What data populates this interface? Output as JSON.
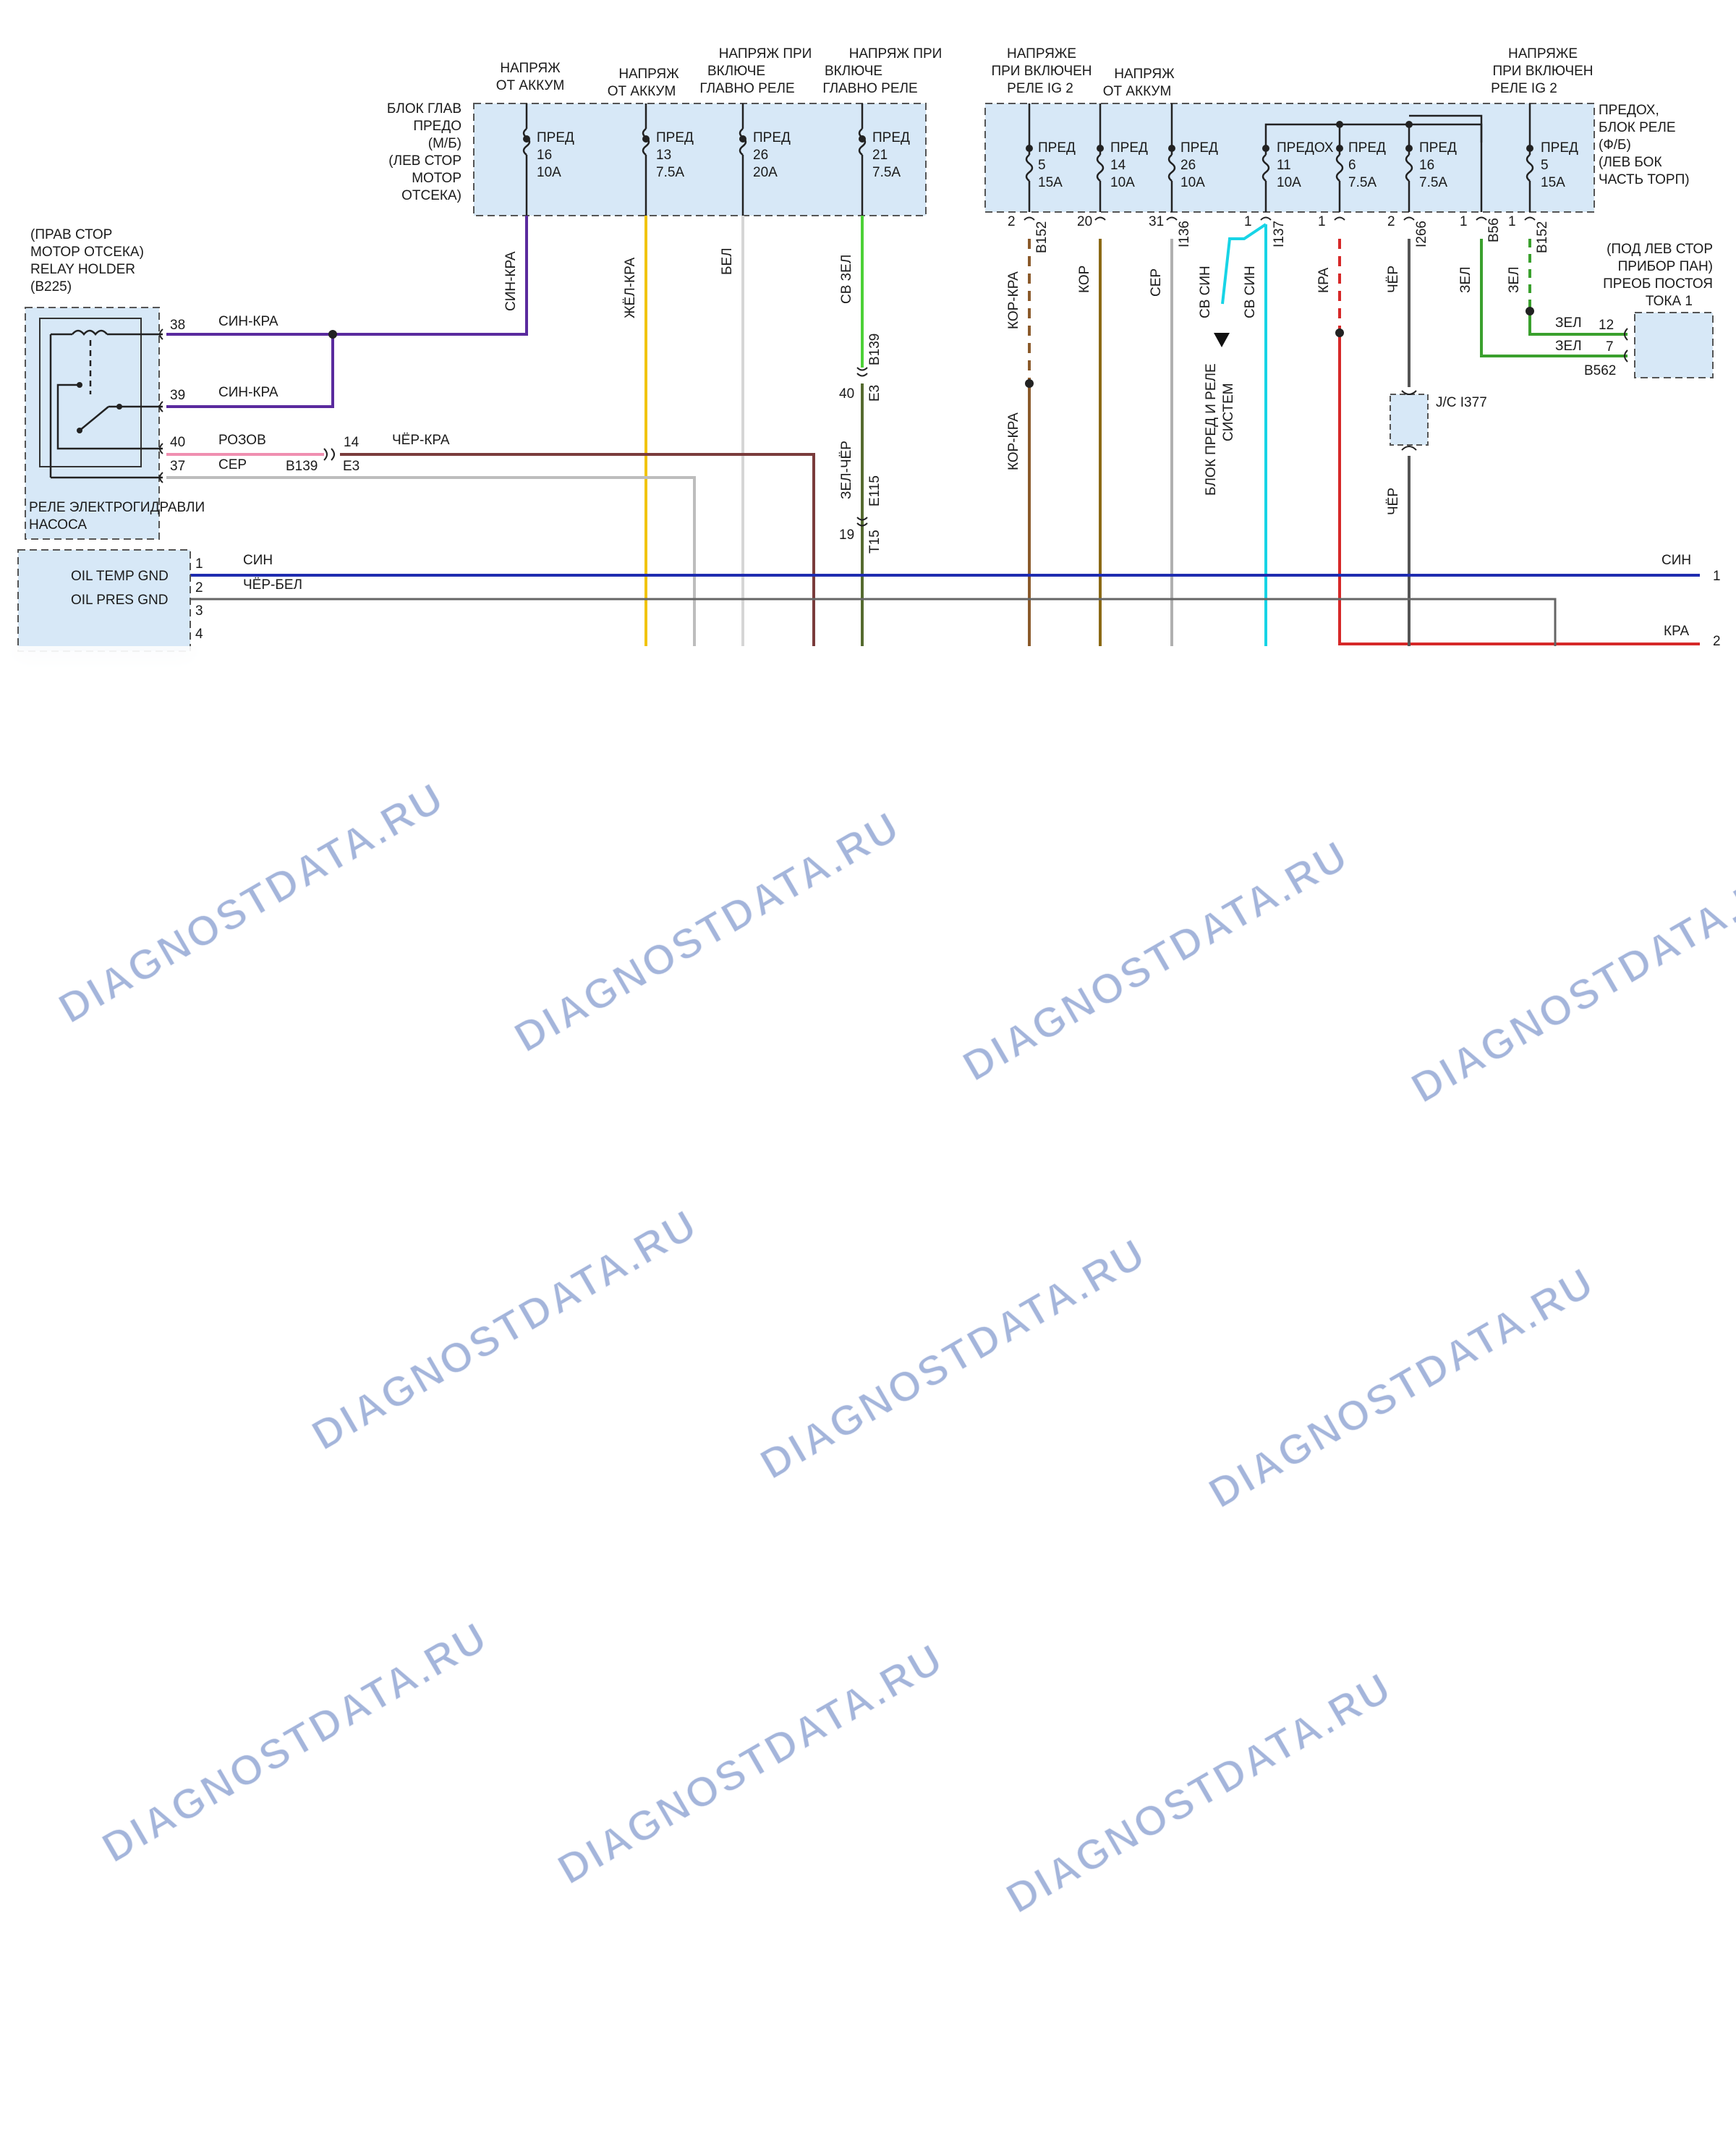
{
  "fuse_box_engine": {
    "label": [
      "БЛОК ГЛАВ",
      "ПРЕДО",
      "(М/Б)",
      "(ЛЕВ СТОР",
      "МОТОР",
      "ОТСЕКА)"
    ],
    "columns": [
      {
        "header": [
          "НАПРЯЖ",
          "ОТ АККУМ"
        ],
        "fuse": [
          "ПРЕД",
          "16",
          "10A"
        ]
      },
      {
        "header": [
          "НАПРЯЖ",
          "ОТ АККУМ"
        ],
        "fuse": [
          "ПРЕД",
          "13",
          "7.5A"
        ]
      },
      {
        "header": [
          "НАПРЯЖ ПРИ",
          "ВКЛЮЧЕ",
          "ГЛАВНО РЕЛЕ"
        ],
        "fuse": [
          "ПРЕД",
          "26",
          "20A"
        ]
      },
      {
        "header": [
          "НАПРЯЖ ПРИ",
          "ВКЛЮЧЕ",
          "ГЛАВНО РЕЛЕ"
        ],
        "fuse": [
          "ПРЕД",
          "21",
          "7.5A"
        ]
      }
    ]
  },
  "fuse_box_cabin": {
    "label": [
      "ПРЕДОХ,",
      "БЛОК РЕЛЕ",
      "(Ф/Б)",
      "(ЛЕВ БОК",
      "ЧАСТЬ ТОРП)"
    ],
    "headers": [
      [
        "НАПРЯЖЕ",
        "ПРИ ВКЛЮЧЕН",
        "РЕЛЕ IG 2"
      ],
      [
        "НАПРЯЖ",
        "ОТ АККУМ"
      ],
      [
        "НАПРЯЖЕ",
        "ПРИ ВКЛЮЧЕН",
        "РЕЛЕ IG 2"
      ]
    ],
    "fuses": [
      [
        "ПРЕД",
        "5",
        "15A"
      ],
      [
        "ПРЕД",
        "14",
        "10A"
      ],
      [
        "ПРЕД",
        "26",
        "10A"
      ],
      [
        "ПРЕДОХ",
        "11",
        "10A"
      ],
      [
        "ПРЕД",
        "6",
        "7.5A"
      ],
      [
        "ПРЕД",
        "16",
        "7.5A"
      ],
      [
        "ПРЕД",
        "5",
        "15A"
      ]
    ]
  },
  "relay_holder": {
    "label": [
      "(ПРАВ СТОР",
      "МОТОР ОТСЕКА)",
      "RELAY HOLDER",
      "(B225)"
    ],
    "relay_label": [
      "РЕЛЕ ЭЛЕКТРОГИДРАВЛИ",
      "НАСОСА"
    ],
    "pins": [
      "38",
      "39",
      "40",
      "37"
    ],
    "wires": [
      "СИН-КРА",
      "СИН-КРА",
      "РОЗОВ",
      "СЕР"
    ]
  },
  "junction": {
    "pin_14": "14",
    "b139": "B139",
    "e3": "E3",
    "chr_kra": "ЧЁР-КРА"
  },
  "wire_labels": {
    "sin_kra": "СИН-КРА",
    "zhel_kra": "ЖЁЛ-КРА",
    "bel": "БЕЛ",
    "sv_zel": "СВ ЗЕЛ",
    "zel_cher": "ЗЕЛ-ЧЁР",
    "kor_kra": "КОР-КРА",
    "kor": "КОР",
    "ser": "СЕР",
    "sv_sin": "СВ СИН",
    "kra": "КРА",
    "cher": "ЧЁР",
    "zel": "ЗЕЛ"
  },
  "connectors": {
    "b139_pin": "B139",
    "e3_pin": "40",
    "e3": "E3",
    "e115": "E115",
    "t15_pin": "19",
    "t15": "T15",
    "b152_pin": "2",
    "b152": "B152",
    "pin20": "20",
    "pin31": "31",
    "i136": "I136",
    "pin1": "1",
    "i137": "I137",
    "pin1b": "1",
    "pin2": "2",
    "i266": "I266",
    "pin1c": "1",
    "b56": "B56",
    "pin1d": "1",
    "b152b": "B152"
  },
  "block_pred": [
    "БЛОК ПРЕД И РЕЛЕ",
    "СИСТЕМ"
  ],
  "jc": "J/C I377",
  "standby_current": {
    "label": [
      "(ПОД ЛЕВ СТОР",
      "ПРИБОР ПАН)",
      "ПРЕОБ ПОСТОЯ",
      "ТОКА 1"
    ],
    "pins": [
      "12",
      "7"
    ],
    "wires": [
      "ЗЕЛ",
      "ЗЕЛ"
    ],
    "connector": "B562"
  },
  "ecu": {
    "rows": [
      {
        "label": "OIL TEMP GND",
        "pin": "1",
        "wire": "СИН"
      },
      {
        "label": "OIL PRES GND",
        "pin": "2",
        "wire": "ЧЁР-БЕЛ"
      },
      {
        "label": "",
        "pin": "3",
        "wire": ""
      },
      {
        "label": "",
        "pin": "4",
        "wire": ""
      }
    ]
  },
  "right_edge": [
    {
      "wire": "СИН",
      "pin": "1"
    },
    {
      "wire": "КРА",
      "pin": "2"
    }
  ],
  "watermark": "DIAGNOSTDATA.RU",
  "colors": {
    "fuse_box_fill": "#d7e8f7",
    "blue_red": "#5a2a9e",
    "yellow": "#f1c40f",
    "white_wire": "#cfcfcf",
    "light_green": "#4cd137",
    "brown": "#8b5a2b",
    "grey": "#a9a9a9",
    "cyan": "#17d4e6",
    "red": "#d62828",
    "black": "#555555",
    "green": "#3aa02d",
    "pink": "#f08fb0",
    "brown_red": "#7a3b3b",
    "blue": "#1f2cb0"
  }
}
